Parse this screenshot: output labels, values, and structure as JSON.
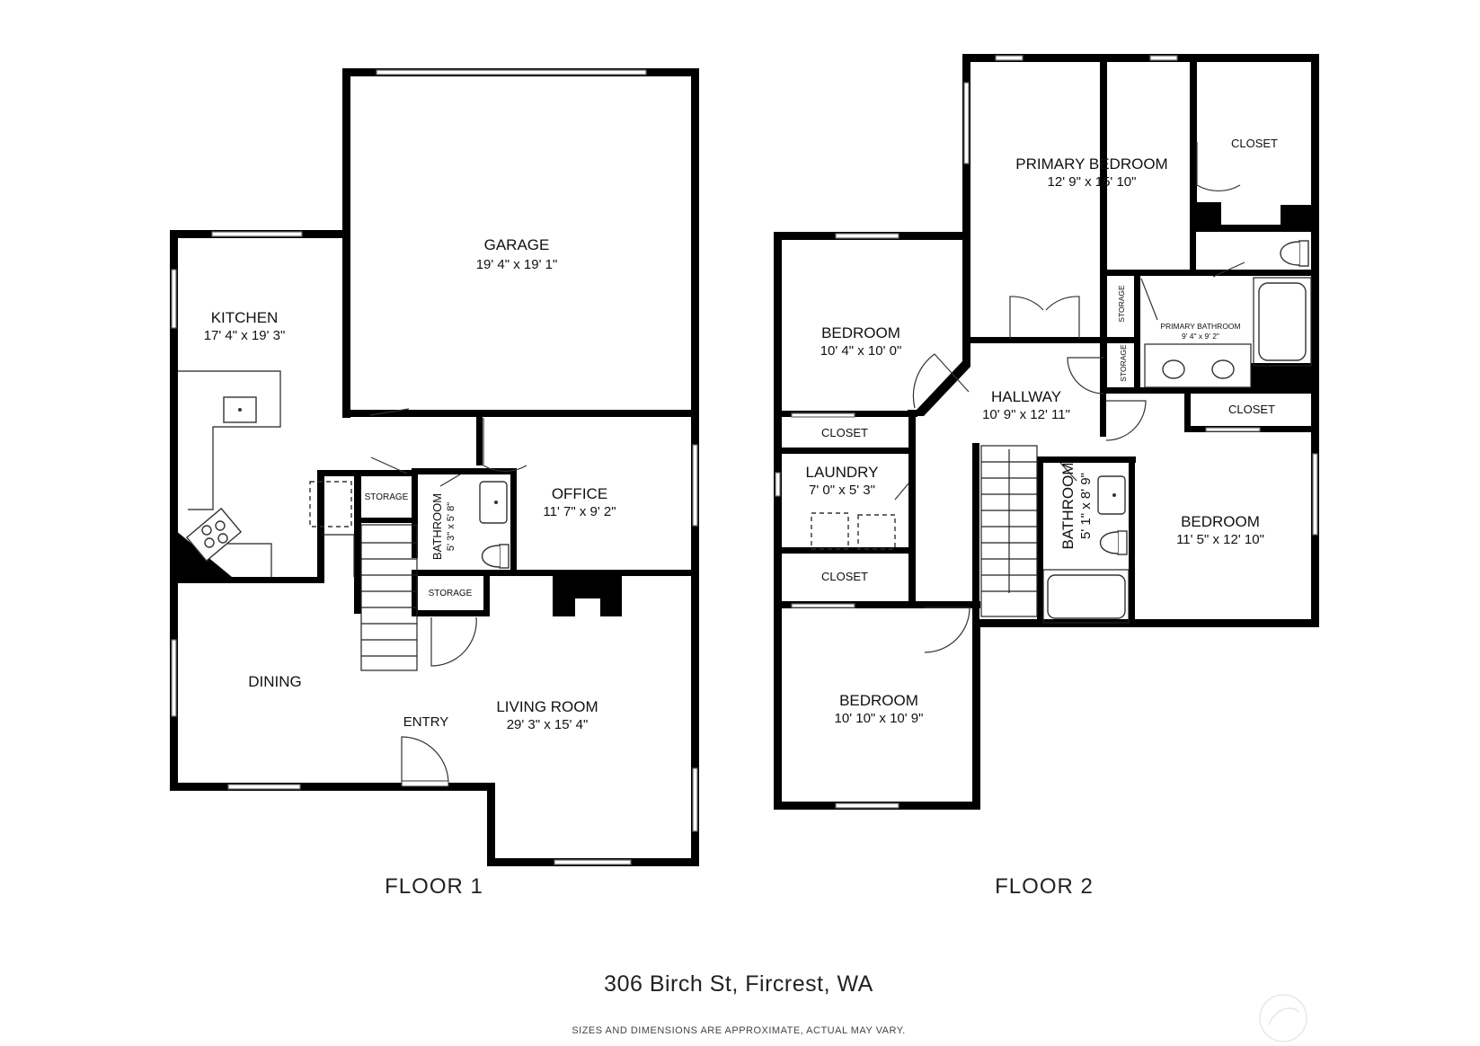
{
  "floor1": {
    "label": "FLOOR 1",
    "rooms": {
      "garage": {
        "name": "GARAGE",
        "dims": "19' 4\" x 19' 1\""
      },
      "kitchen": {
        "name": "KITCHEN",
        "dims": "17' 4\" x 19' 3\""
      },
      "storage_a": {
        "name": "STORAGE"
      },
      "bathroom": {
        "name": "BATHROOM",
        "dims": "5' 3\" x 5' 8\""
      },
      "office": {
        "name": "OFFICE",
        "dims": "11' 7\" x 9' 2\""
      },
      "storage_b": {
        "name": "STORAGE"
      },
      "dining": {
        "name": "DINING"
      },
      "entry": {
        "name": "ENTRY"
      },
      "living": {
        "name": "LIVING ROOM",
        "dims": "29' 3\" x 15' 4\""
      }
    }
  },
  "floor2": {
    "label": "FLOOR 2",
    "rooms": {
      "primary_bedroom": {
        "name": "PRIMARY BEDROOM",
        "dims": "12' 9\" x 15' 10\""
      },
      "closet_primary": {
        "name": "CLOSET"
      },
      "bedroom_1": {
        "name": "BEDROOM",
        "dims": "10' 4\" x 10' 0\""
      },
      "storage_1": {
        "name": "STORAGE"
      },
      "storage_2": {
        "name": "STORAGE"
      },
      "primary_bathroom": {
        "name": "PRIMARY BATHROOM",
        "dims": "9' 4\" x 9' 2\""
      },
      "hallway": {
        "name": "HALLWAY",
        "dims": "10' 9\" x 12' 11\""
      },
      "closet_1": {
        "name": "CLOSET"
      },
      "closet_right": {
        "name": "CLOSET"
      },
      "laundry": {
        "name": "LAUNDRY",
        "dims": "7' 0\" x 5' 3\""
      },
      "bathroom": {
        "name": "BATHROOM",
        "dims": "5' 1\" x 8' 9\""
      },
      "bedroom_2": {
        "name": "BEDROOM",
        "dims": "11' 5\" x 12' 10\""
      },
      "closet_2": {
        "name": "CLOSET"
      },
      "bedroom_3": {
        "name": "BEDROOM",
        "dims": "10' 10\" x 10' 9\""
      }
    }
  },
  "address": "306 Birch St, Fircrest, WA",
  "disclaimer": "SIZES AND DIMENSIONS ARE APPROXIMATE, ACTUAL MAY VARY.",
  "colors": {
    "wall": "#000000",
    "background": "#ffffff"
  },
  "icons": [
    "sink-icon",
    "toilet-icon",
    "bathtub-icon",
    "stove-icon",
    "washer-icon",
    "dryer-icon",
    "stairs-icon",
    "fireplace-icon",
    "watermark-logo-icon"
  ]
}
